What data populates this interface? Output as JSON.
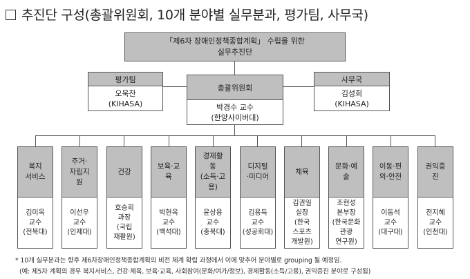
{
  "title": "추진단 구성(총괄위원회, 10개 분야별 실무분과, 평가팀, 사무국)",
  "top": {
    "line1": "「제6차 장애인정책종합계획」 수립을 위한",
    "line2": "실무추진단"
  },
  "eval_team": {
    "header": "평가팀",
    "name": "오욱찬",
    "org": "(KIHASA)"
  },
  "secretariat": {
    "header": "사무국",
    "name": "김성희",
    "org": "(KIHASA)"
  },
  "committee": {
    "header": "총괄위원회",
    "name": "박경수 교수",
    "org": "(한양사이버대)"
  },
  "subcommittees": [
    {
      "h": [
        "복지",
        "서비스"
      ],
      "b": [
        "김미옥",
        "교수",
        "(전북대)"
      ]
    },
    {
      "h": [
        "주거·",
        "자립지",
        "원"
      ],
      "b": [
        "이선우",
        "교수",
        "(인제대)"
      ]
    },
    {
      "h": [
        "건강"
      ],
      "b": [
        "호승희",
        "과장",
        "(국립",
        "재활원)"
      ]
    },
    {
      "h": [
        "보육·교",
        "육"
      ],
      "b": [
        "박현옥",
        "교수",
        "(백석대)"
      ]
    },
    {
      "h": [
        "경제활",
        "동",
        "(소득·고",
        "용)"
      ],
      "b": [
        "윤상용",
        "교수",
        "(충북대)"
      ]
    },
    {
      "h": [
        "디지털",
        "·미디어"
      ],
      "b": [
        "김용득",
        "교수",
        "(성공회대)"
      ]
    },
    {
      "h": [
        "체육"
      ],
      "b": [
        "김권일",
        "실장",
        "(한국",
        "스포츠",
        "개발원)"
      ]
    },
    {
      "h": [
        "문화·예",
        "술"
      ],
      "b": [
        "조현성",
        "본부장",
        "(한국문화",
        "관광",
        "연구원)"
      ]
    },
    {
      "h": [
        "이동·편",
        "의·안전"
      ],
      "b": [
        "이동석",
        "교수",
        "(대구대)"
      ]
    },
    {
      "h": [
        "권익증",
        "진"
      ],
      "b": [
        "전지혜",
        "교수",
        "(인천대)"
      ]
    }
  ],
  "notes": [
    "* 10개 실무분과는 향후 제6차장애인정책종합계획의 비전 체계 확립 과정에서 이에 맞추어 분야별로 grouping 될 예정임.",
    "(예: 제5차 계획의 경우 복지서비스, 건강·체육, 보육·교육, 사회참여(문화/여가/정보), 경제활동(소득/고용), 권익증진 분야로 구성됨)"
  ]
}
